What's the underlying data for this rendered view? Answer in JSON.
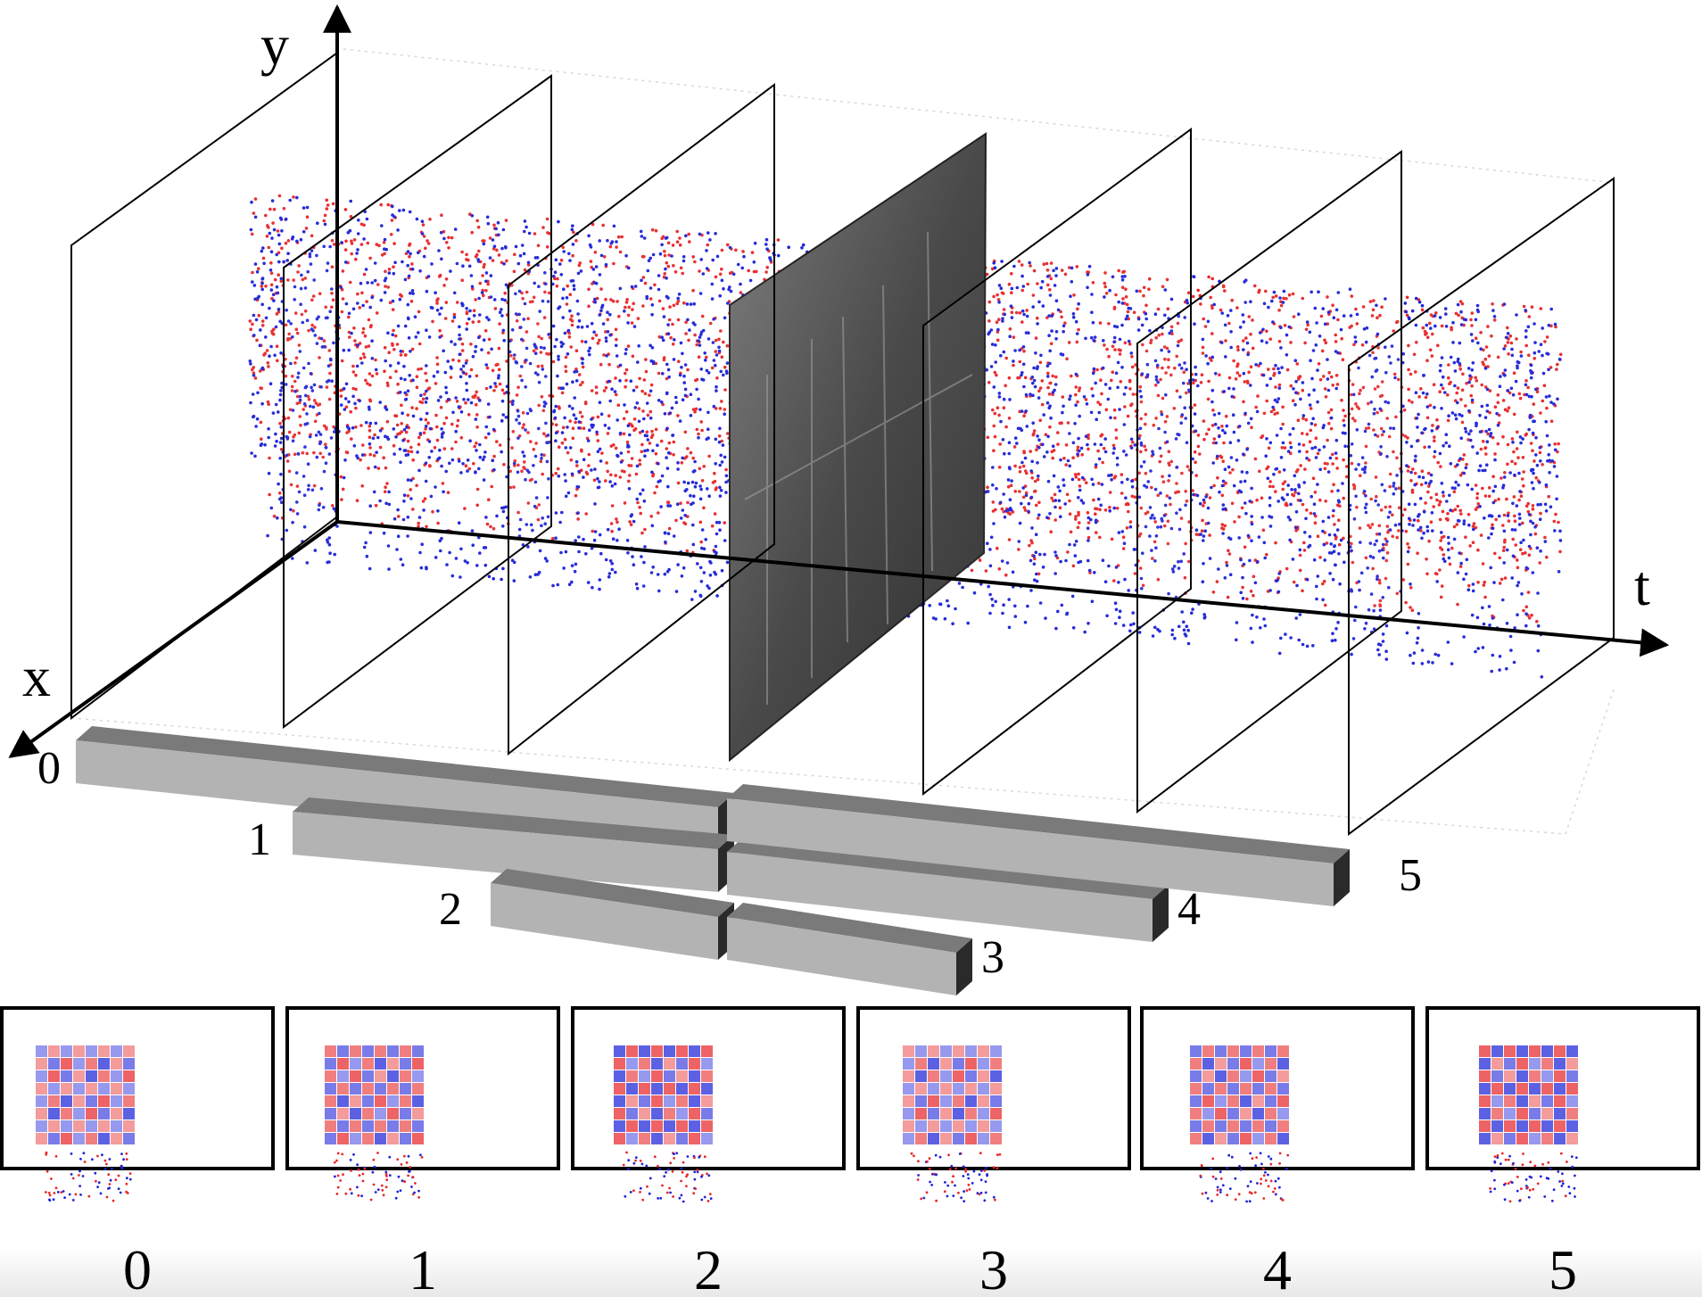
{
  "axes": {
    "x": "x",
    "y": "y",
    "t": "t"
  },
  "slice_count": 6,
  "bars": [
    {
      "label": "0"
    },
    {
      "label": "1"
    },
    {
      "label": "2"
    },
    {
      "label": "3"
    },
    {
      "label": "4"
    },
    {
      "label": "5"
    }
  ],
  "frames": [
    {
      "label": "0"
    },
    {
      "label": "1"
    },
    {
      "label": "2"
    },
    {
      "label": "3"
    },
    {
      "label": "4"
    },
    {
      "label": "5"
    }
  ],
  "colors": {
    "positive_event": "#e8282a",
    "negative_event": "#1f24d8",
    "bar_top": "#7a7a7a",
    "bar_front": "#b3b3b3",
    "bar_end": "#2a2a2a",
    "gray_frame": "#5a5a5a"
  }
}
